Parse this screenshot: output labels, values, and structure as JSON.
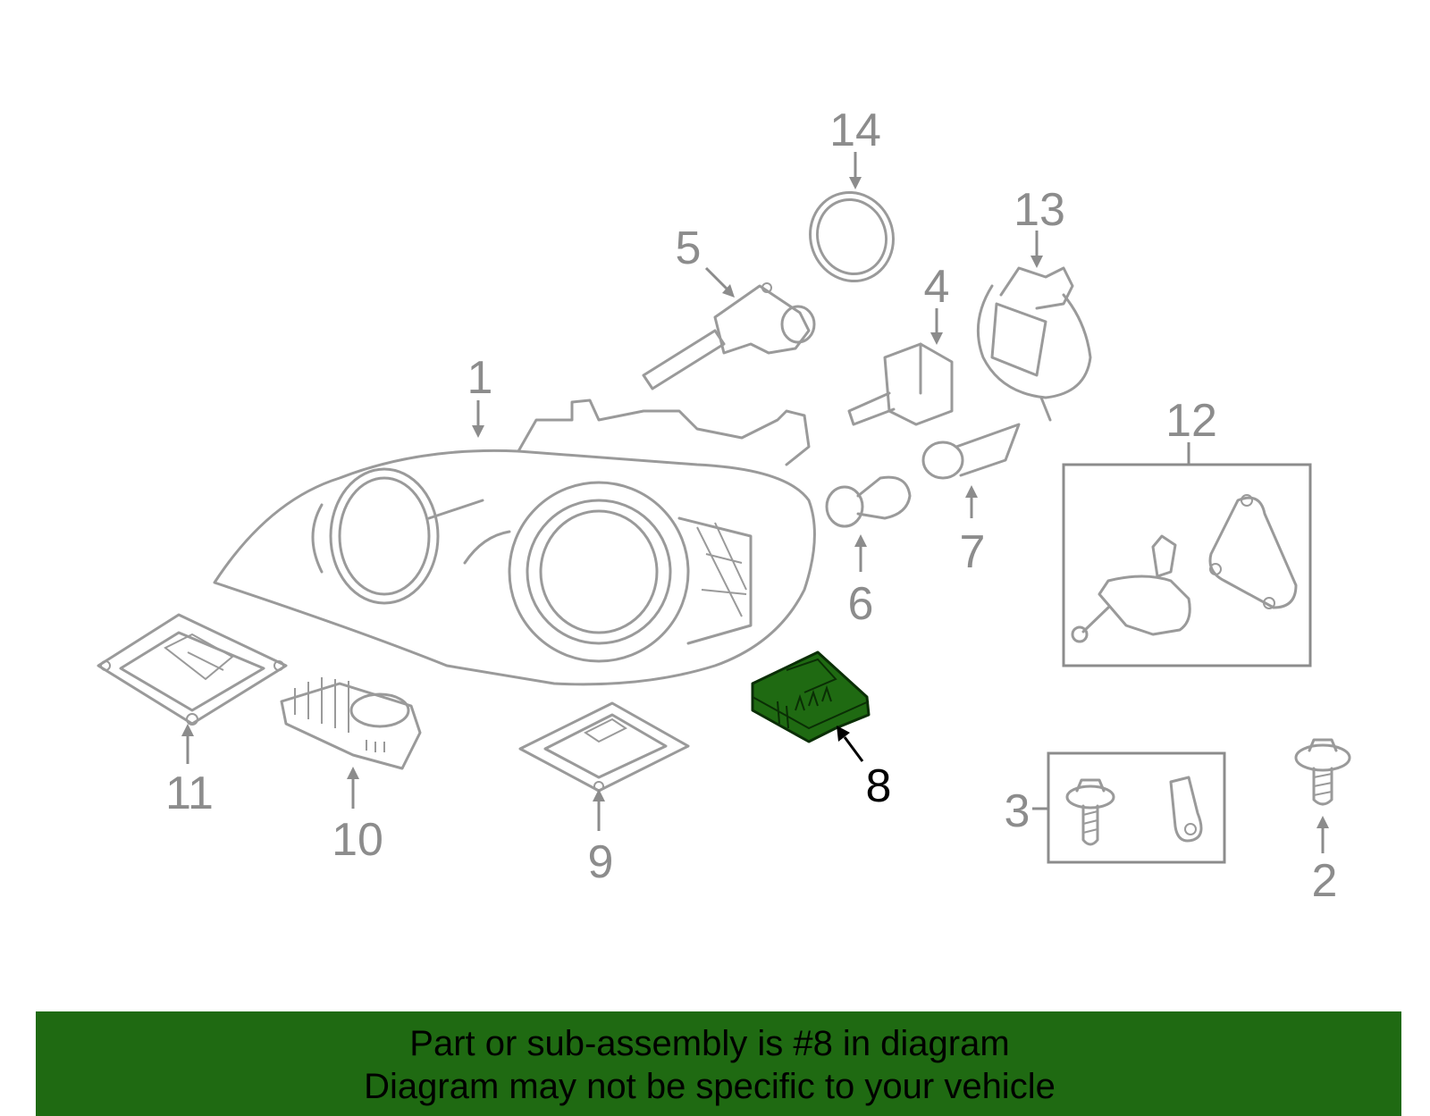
{
  "callouts": {
    "c1": "1",
    "c2": "2",
    "c3": "3",
    "c4": "4",
    "c5": "5",
    "c6": "6",
    "c7": "7",
    "c8": "8",
    "c9": "9",
    "c10": "10",
    "c11": "11",
    "c12": "12",
    "c13": "13",
    "c14": "14"
  },
  "highlight": {
    "part": "8",
    "color": "#1f6a12",
    "stroke": "#0a2e05"
  },
  "banner": {
    "line1": "Part or sub-assembly is #8 in diagram",
    "line2": "Diagram may not be specific to your vehicle"
  },
  "colors": {
    "line": "#9a9a9a",
    "banner_bg": "#1f6a12"
  }
}
